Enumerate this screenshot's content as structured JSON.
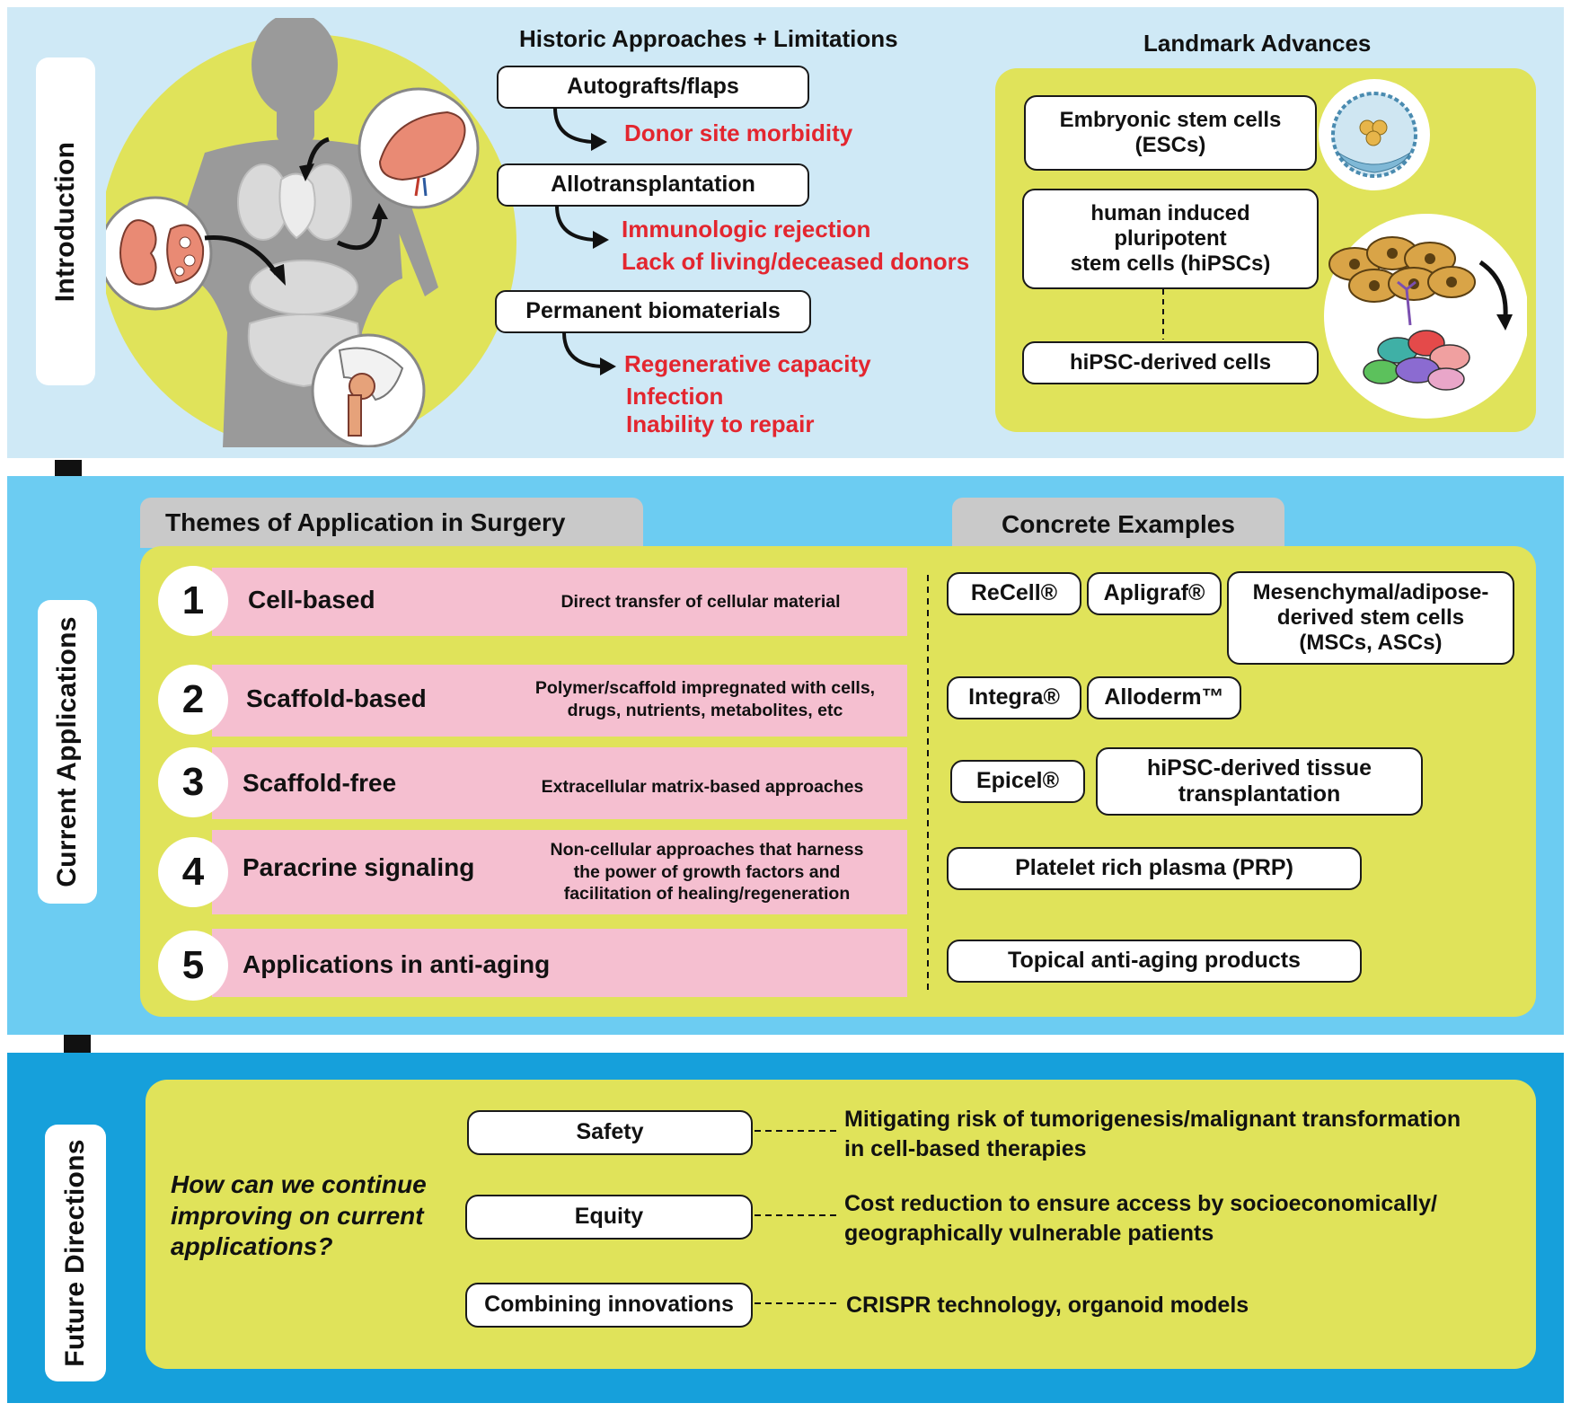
{
  "intro": {
    "side_label": "Introduction",
    "historic_header": "Historic Approaches + Limitations",
    "landmark_header": "Landmark Advances",
    "approaches": [
      {
        "label": "Autografts/flaps",
        "limitations": [
          "Donor site morbidity"
        ]
      },
      {
        "label": "Allotransplantation",
        "limitations": [
          "Immunologic rejection",
          "Lack of living/deceased donors"
        ]
      },
      {
        "label": "Permanent biomaterials",
        "limitations": [
          "Regenerative capacity",
          "Infection",
          "Inability to repair"
        ]
      }
    ],
    "advances": [
      {
        "label": "Embryonic stem cells\n(ESCs)"
      },
      {
        "label": "human induced\npluripotent\nstem cells (hiPSCs)"
      },
      {
        "label": "hiPSC-derived cells"
      }
    ]
  },
  "current": {
    "side_label": "Current Applications",
    "themes_header": "Themes of Application in Surgery",
    "examples_header": "Concrete Examples",
    "themes": [
      {
        "num": "1",
        "title": "Cell-based",
        "desc": "Direct transfer of cellular material"
      },
      {
        "num": "2",
        "title": "Scaffold-based",
        "desc": "Polymer/scaffold impregnated with cells,\ndrugs, nutrients, metabolites, etc"
      },
      {
        "num": "3",
        "title": "Scaffold-free",
        "desc": "Extracellular matrix-based approaches"
      },
      {
        "num": "4",
        "title": "Paracrine signaling",
        "desc": "Non-cellular approaches that harness\nthe power of growth factors and\nfacilitation of healing/regeneration"
      },
      {
        "num": "5",
        "title": "Applications in anti-aging",
        "desc": ""
      }
    ],
    "examples": [
      [
        "ReCell®",
        "Apligraf®",
        "Mesenchymal/adipose-\nderived stem cells\n(MSCs, ASCs)"
      ],
      [
        "Integra®",
        "Alloderm™"
      ],
      [
        "Epicel®",
        "hiPSC-derived tissue\ntransplantation"
      ],
      [
        "Platelet rich plasma (PRP)"
      ],
      [
        "Topical anti-aging products"
      ]
    ]
  },
  "future": {
    "side_label": "Future Directions",
    "question": "How can we continue\nimproving on current\napplications?",
    "items": [
      {
        "label": "Safety",
        "text": "Mitigating risk of tumorigenesis/malignant transformation\nin cell-based therapies"
      },
      {
        "label": "Equity",
        "text": "Cost reduction to ensure access by socioeconomically/\ngeographically vulnerable patients"
      },
      {
        "label": "Combining innovations",
        "text": "CRISPR technology, organoid models"
      }
    ]
  },
  "colors": {
    "intro_bg": "#cfe9f6",
    "current_bg": "#6cccf2",
    "future_bg": "#16a0db",
    "yellow": "#e0e35a",
    "pink": "#f5bfd0",
    "grey_tab": "#c9c9c9",
    "red_text": "#e3262f"
  }
}
